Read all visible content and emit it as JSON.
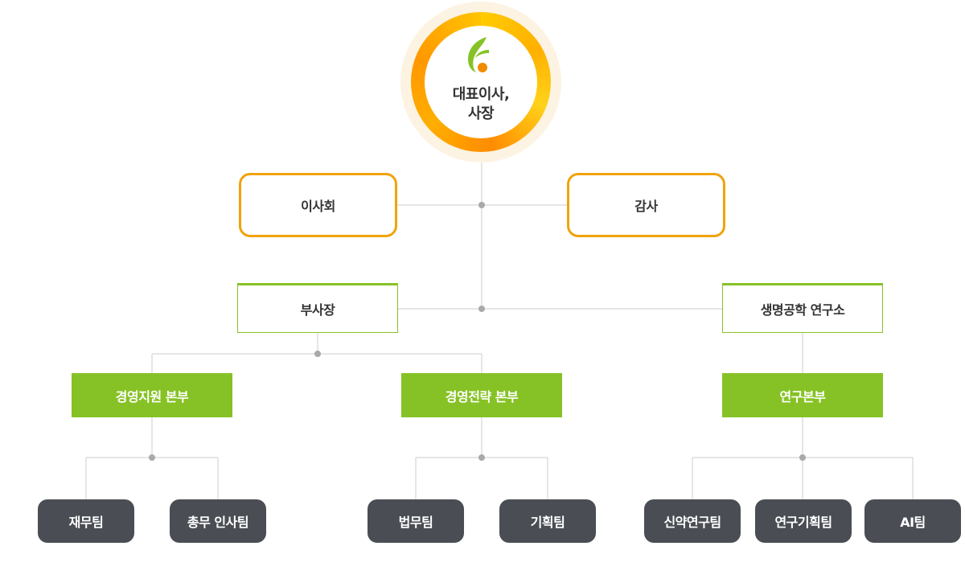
{
  "ceo": {
    "line1": "대표이사,",
    "line2": "사장"
  },
  "board": "이사회",
  "audit": "감사",
  "vice_president": "부사장",
  "bio_institute": "생명공학 연구소",
  "divisions": {
    "management_support": "경영지원 본부",
    "management_strategy": "경영전략 본부",
    "research": "연구본부"
  },
  "teams": {
    "finance": "재무팀",
    "general_hr": "총무 인사팀",
    "legal": "법무팀",
    "planning": "기획팀",
    "new_drug": "신약연구팀",
    "research_planning": "연구기획팀",
    "ai": "AI팀"
  },
  "colors": {
    "orange": "#f0a30a",
    "green": "#86c225",
    "dark": "#4a4e54",
    "line": "#cccccc"
  }
}
